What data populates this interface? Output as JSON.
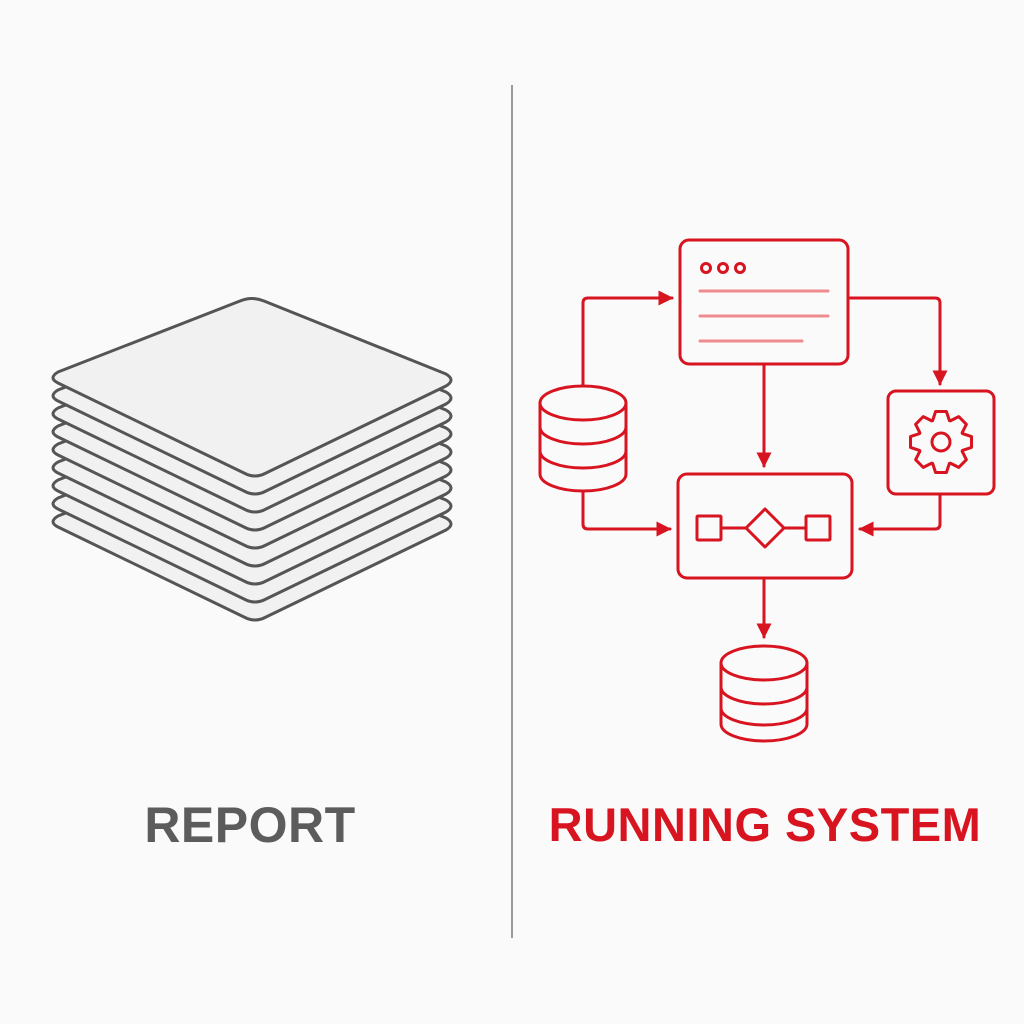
{
  "colors": {
    "background": "#fafafa",
    "report_gray": "#555555",
    "report_text": "#5c5c5c",
    "sheet_fill": "#f1f1f1",
    "divider": "#9a9a9a",
    "system_red": "#d7141f",
    "line_pink": "#ef8a8f"
  },
  "left_panel": {
    "label": "REPORT",
    "icon": "stacked-pages-icon",
    "sheet_count": 9
  },
  "right_panel": {
    "label": "RUNNING SYSTEM",
    "icons": [
      "app-window-icon",
      "database-icon",
      "gear-icon",
      "process-flow-icon",
      "database-icon"
    ]
  }
}
